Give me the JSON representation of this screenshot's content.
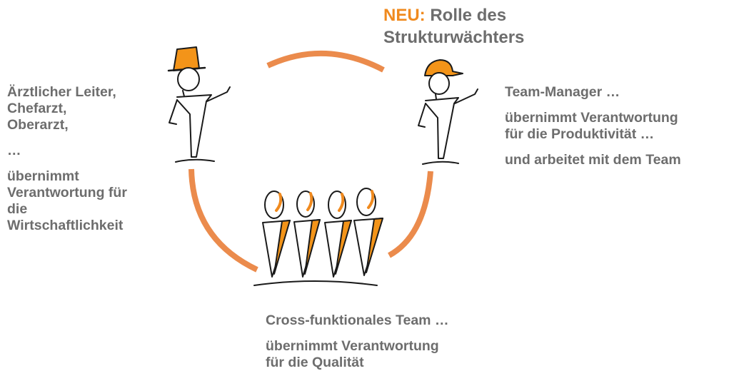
{
  "title": {
    "highlight": "NEU:",
    "line1": "Rolle des",
    "line2": "Strukturwächters"
  },
  "left": {
    "roles": [
      "Ärztlicher Leiter,",
      "Chefarzt,",
      "Oberarzt,"
    ],
    "ellipsis": "…",
    "responsibility": [
      "übernimmt",
      "Verantwortung für",
      "die",
      "Wirtschaftlichkeit"
    ]
  },
  "right": {
    "role": "Team-Manager …",
    "responsibility": [
      "übernimmt Verantwortung",
      "für die Produktivität …"
    ],
    "team": "und arbeitet mit dem Team"
  },
  "bottom": {
    "role": "Cross-funktionales Team …",
    "responsibility": [
      "übernimmt Verantwortung",
      "für die Qualität"
    ]
  },
  "colors": {
    "accent": "#f08a1e",
    "arc": "#eb8b4c",
    "text": "#6d6d6d",
    "ink": "#1a1a1a"
  }
}
